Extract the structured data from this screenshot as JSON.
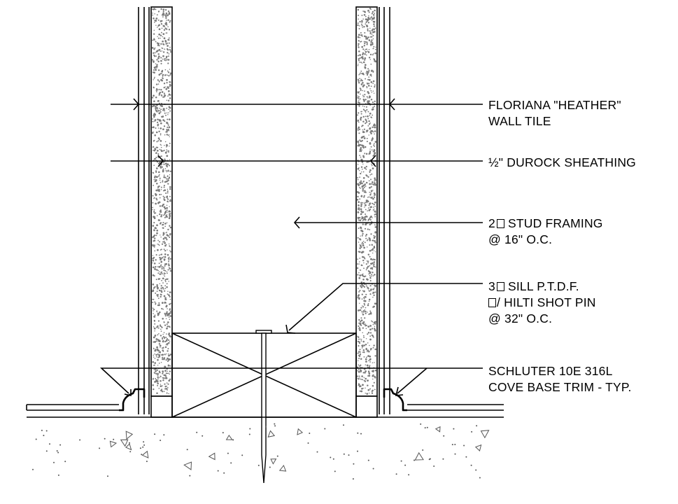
{
  "labels": {
    "wall_tile": {
      "line1": "FLORIANA \"HEATHER\"",
      "line2": "WALL TILE"
    },
    "sheathing": {
      "fraction": "½",
      "text": "\" DUROCK SHEATHING"
    },
    "stud": {
      "prefix": "2",
      "line1_rest": " STUD FRAMING",
      "line2": "@ 16\" O.C."
    },
    "sill": {
      "prefix": "3",
      "line1_rest": " SILL P.T.D.F.",
      "line2_rest": "/ HILTI SHOT PIN",
      "line3": "@ 32\" O.C."
    },
    "trim": {
      "line1": "SCHLUTER 10E 316L",
      "line2": "COVE BASE TRIM - TYP."
    }
  },
  "colors": {
    "ink": "#000000",
    "fill": "#ffffff",
    "stipple": "#7a7a7a"
  }
}
